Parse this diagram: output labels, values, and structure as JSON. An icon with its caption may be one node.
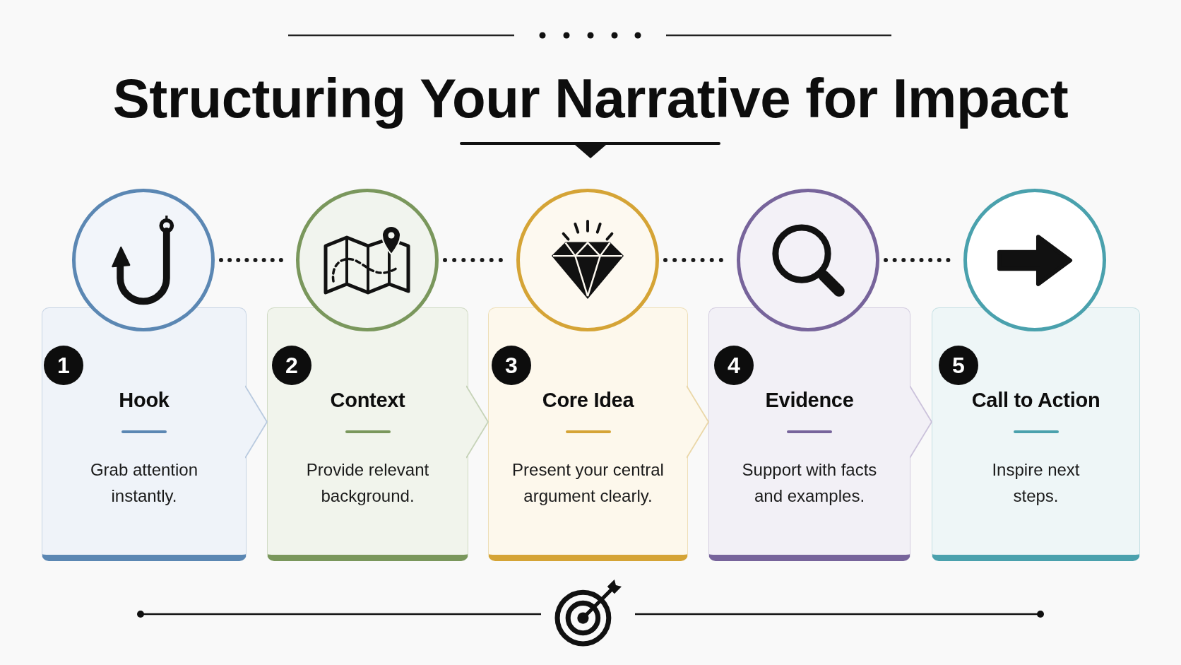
{
  "diagram": {
    "title": "Structuring Your Narrative for Impact",
    "nodes": [
      {
        "text": [],
        "shape": "circle"
      },
      {
        "text": [
          "Hook",
          "Grab attention instantly."
        ]
      },
      {
        "text": [
          "1"
        ],
        "in": 1
      },
      {
        "text": [],
        "shape": "circle"
      },
      {
        "text": [
          "Context",
          "Provide relevant background."
        ]
      },
      {
        "text": [
          "2"
        ],
        "in": 4
      },
      {
        "text": [],
        "shape": "circle"
      },
      {
        "text": [
          "Core Idea",
          "Present your central argument clearly."
        ]
      },
      {
        "text": [
          "3"
        ],
        "in": 7
      },
      {
        "text": [],
        "shape": "circle"
      },
      {
        "text": [
          "Evidence",
          "Support with facts and examples."
        ]
      },
      {
        "text": [
          "4"
        ],
        "in": 10
      },
      {
        "text": [],
        "shape": "circle"
      },
      {
        "text": [
          "Call to Action",
          "Inspire next steps."
        ]
      },
      {
        "text": [
          "5"
        ],
        "in": 13
      }
    ],
    "edges": [
      {
        "from": 0,
        "to": 3,
        "arrow": "none",
        "style": "dashed"
      },
      {
        "from": 3,
        "to": 6,
        "arrow": "none",
        "style": "dashed"
      },
      {
        "from": 6,
        "to": 9,
        "arrow": "none",
        "style": "dashed"
      },
      {
        "from": 9,
        "to": 12,
        "arrow": "none",
        "style": "dashed"
      },
      {
        "from": 1,
        "to": 4,
        "arrow": "to",
        "color": "#b9cadf"
      },
      {
        "from": 4,
        "to": 7,
        "arrow": "to",
        "color": "#c6d3b8"
      },
      {
        "from": 7,
        "to": 10,
        "arrow": "to",
        "color": "#ead7a8"
      },
      {
        "from": 10,
        "to": 13,
        "arrow": "to",
        "color": "#cbc2db"
      }
    ]
  }
}
